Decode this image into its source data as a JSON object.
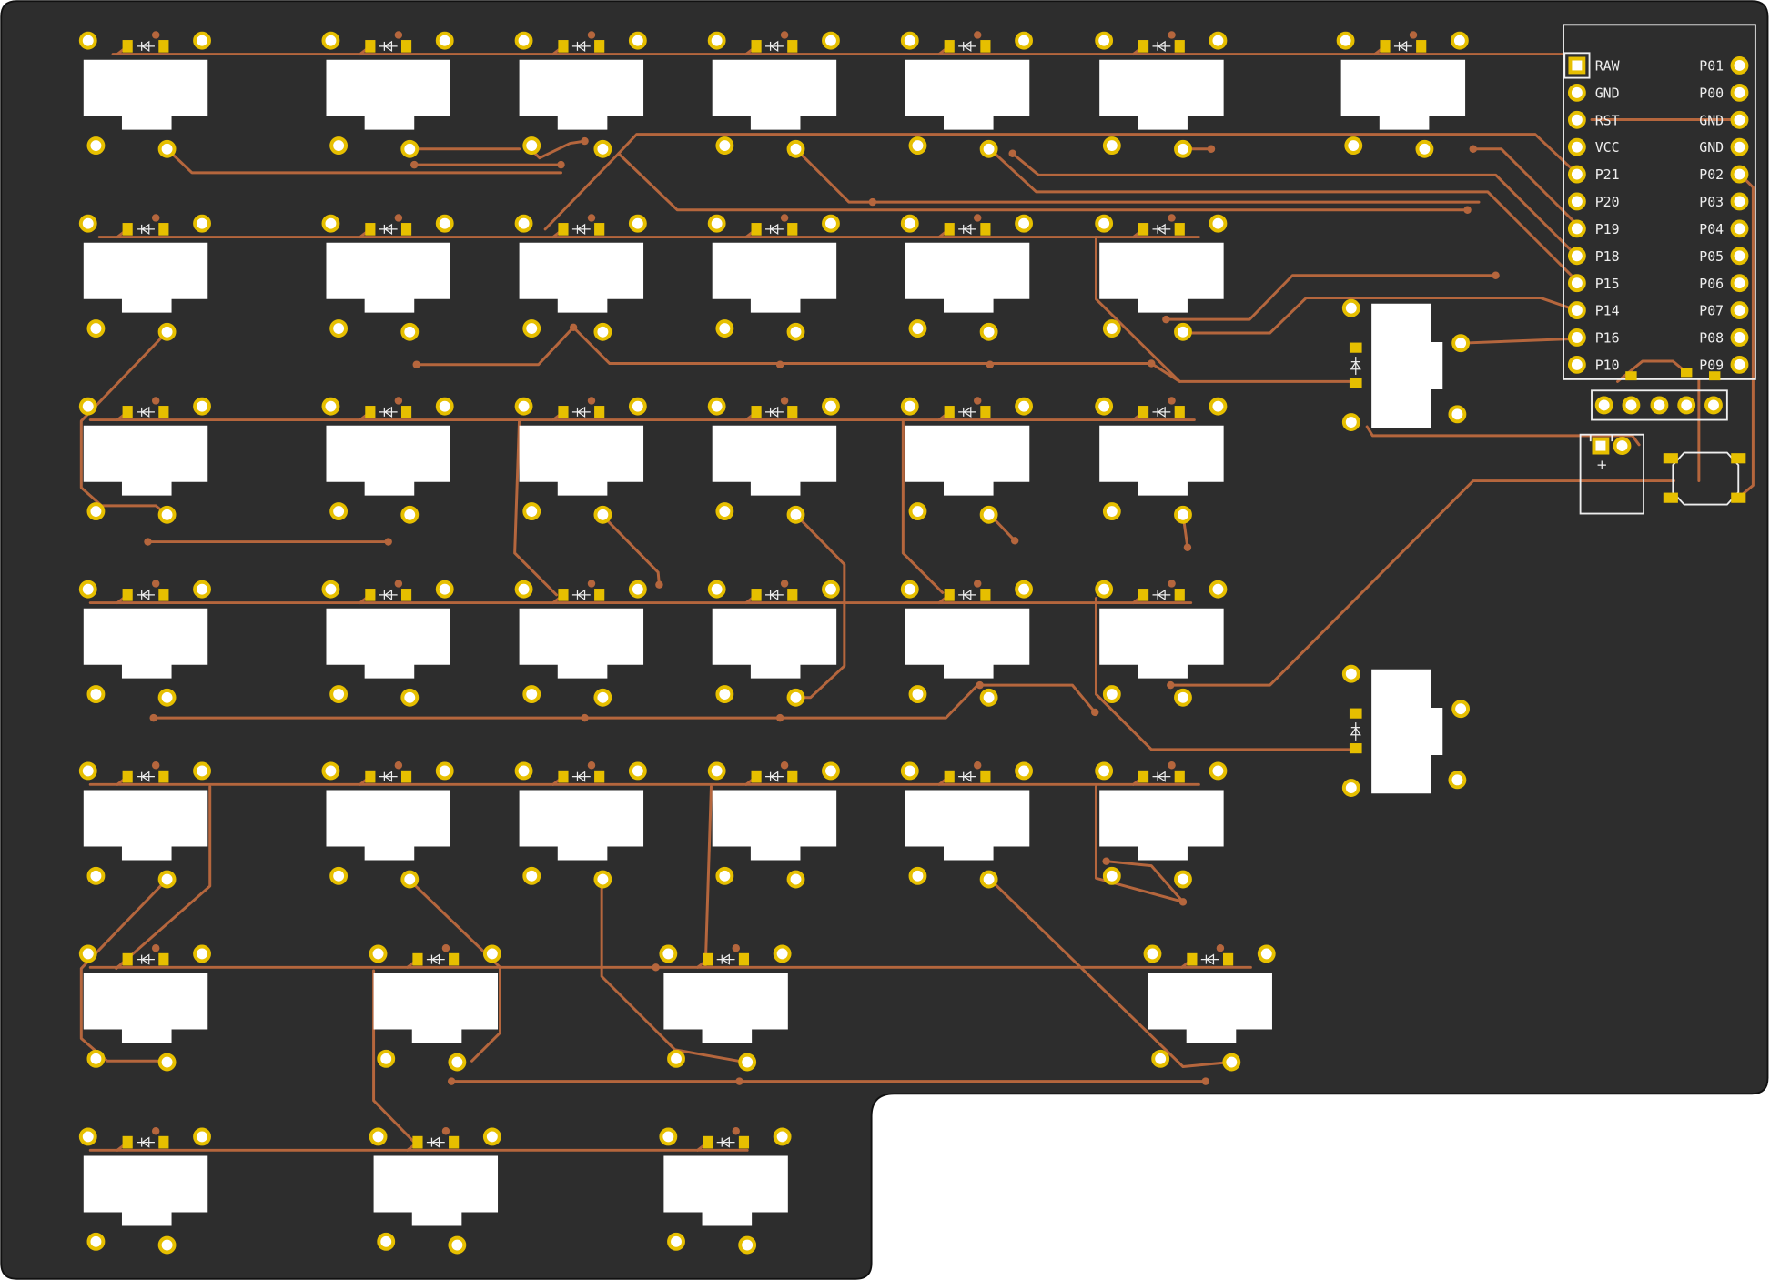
{
  "colors": {
    "page_background": "#ffffff",
    "board": "#2d2d2d",
    "board_edge": "#111111",
    "trace": "#b5663d",
    "pad": "#e6bf00",
    "footprint": "#ffffff",
    "silkscreen": "#eeeeee"
  },
  "controller": {
    "left_pins": [
      "RAW",
      "GND",
      "RST",
      "VCC",
      "P21",
      "P20",
      "P19",
      "P18",
      "P15",
      "P14",
      "P16",
      "P10"
    ],
    "right_pins": [
      "P01",
      "P00",
      "GND",
      "GND",
      "P02",
      "P03",
      "P04",
      "P05",
      "P06",
      "P07",
      "P08",
      "P09"
    ]
  },
  "battery": {
    "polarity_label": "+"
  }
}
